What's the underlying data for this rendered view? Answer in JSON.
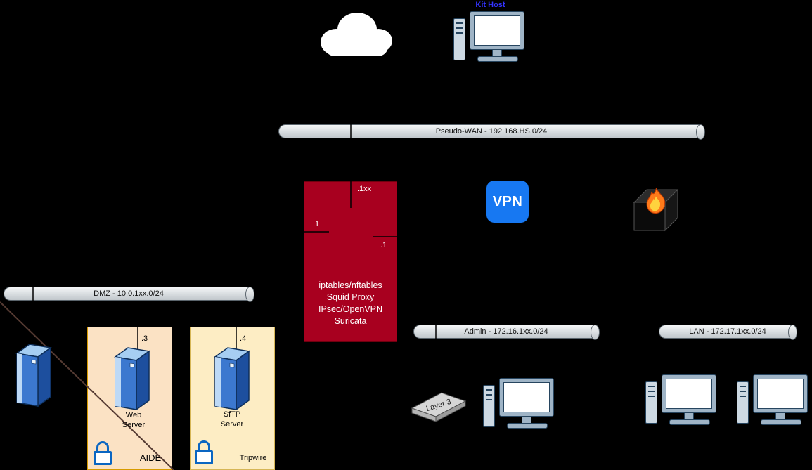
{
  "colors": {
    "background": "#000000",
    "gateway_fill": "#a8001f",
    "vpn_blue": "#1778f2",
    "kit_host_label_blue": "#3333ff",
    "web_zone_fill": "#fbe2c4",
    "sftp_zone_fill": "#fdedc4",
    "bus_fill": "#d7dcdf",
    "lock_blue": "#0a66c2",
    "server_blue": "#3c78cf"
  },
  "icons": {
    "internet": "cloud-icon",
    "kit_host": "desktop-computer-icon",
    "gateway_firewall": "firewall-flame-icon",
    "vpn": "vpn-badge-icon",
    "servers": "server-tower-icon",
    "integrity": "padlock-icon",
    "switch": "layer3-switch-icon",
    "workstations": "desktop-computer-icon"
  },
  "buses": {
    "pseudo_wan": "Pseudo-WAN - 192.168.HS.0/24",
    "dmz": "DMZ - 10.0.1xx.0/24",
    "admin": "Admin - 172.16.1xx.0/24",
    "lan": "LAN - 172.17.1xx.0/24"
  },
  "nodes": {
    "kit_host": {
      "label": "Kit Host"
    },
    "gateway": {
      "services": [
        "iptables/nftables",
        "Squid Proxy",
        "IPsec/OpenVPN",
        "Suricata"
      ],
      "wan_port": ".1xx",
      "dmz_port": ".1",
      "admin_port": ".1"
    },
    "vpn": {
      "label": "VPN"
    },
    "web_server": {
      "port": ".3",
      "name_line1": "Web",
      "name_line2": "Server",
      "integrity_tool": "AIDE"
    },
    "sftp_server": {
      "port": ".4",
      "name_line1": "SfTP",
      "name_line2": "Server",
      "integrity_tool": "Tripwire"
    },
    "layer3_switch": {
      "label": "Layer 3"
    }
  }
}
